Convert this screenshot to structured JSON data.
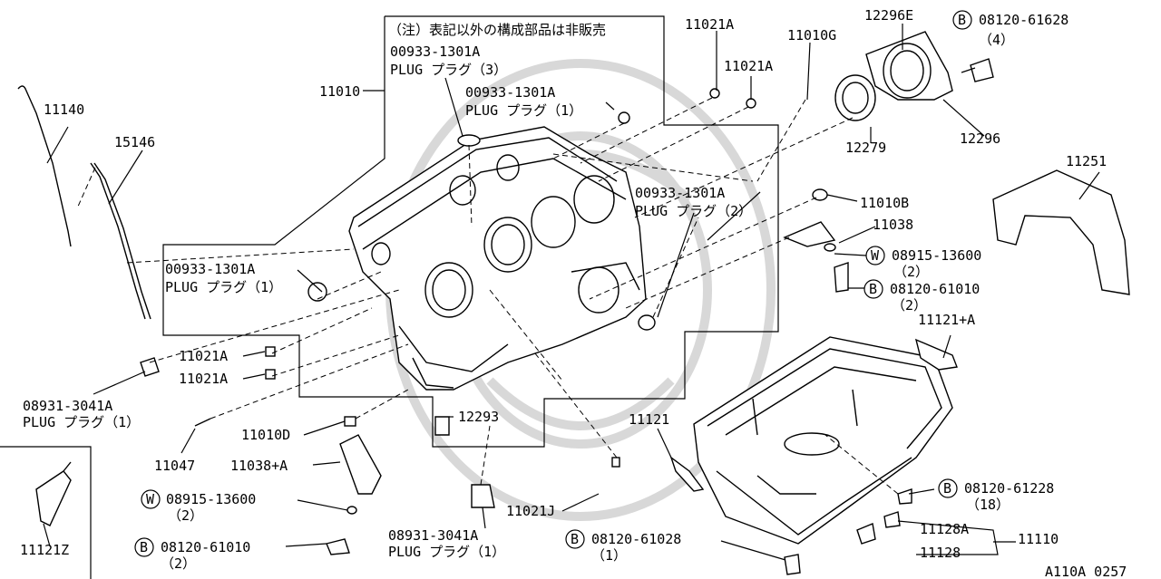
{
  "diagram": {
    "note_line": "（注）表記以外の構成部品は非販売",
    "drawing_id": "A110A 0257",
    "markers": {
      "bolt": "B",
      "washer": "W"
    },
    "labels": {
      "p11010": "11010",
      "p11010G": "11010G",
      "p11021A_a": "11021A",
      "p11021A_b": "11021A",
      "p12296E": "12296E",
      "b08120_61628": "08120-61628",
      "b08120_61628_qty": "（4）",
      "plug3_num": "00933-1301A",
      "plug3_name": "PLUG プラグ（3）",
      "plug1a_num": "00933-1301A",
      "plug1a_name": "PLUG プラグ（1）",
      "p11140": "11140",
      "p15146": "15146",
      "p12279": "12279",
      "p12296": "12296",
      "p11251": "11251",
      "plug2_num": "00933-1301A",
      "plug2_name": "PLUG プラグ（2）",
      "p11010B": "11010B",
      "p11038": "11038",
      "w08915_13600a": "08915-13600",
      "w08915_13600a_qty": "（2）",
      "b08120_61010a": "08120-61010",
      "b08120_61010a_qty": "（2）",
      "plug1b_num": "00933-1301A",
      "plug1b_name": "PLUG プラグ（1）",
      "p11121A": "11121+A",
      "p11021A_c": "11021A",
      "p11021A_d": "11021A",
      "p08931a_num": "08931-3041A",
      "p08931a_name": "PLUG プラグ（1）",
      "p12293": "12293",
      "p11010D": "11010D",
      "p11047": "11047",
      "p11038A": "11038+A",
      "p11121": "11121",
      "w08915_13600b": "08915-13600",
      "w08915_13600b_qty": "（2）",
      "p11021J": "11021J",
      "b08120_61228": "08120-61228",
      "b08120_61228_qty": "（18）",
      "p11128A": "11128A",
      "p11110": "11110",
      "p11128": "11128",
      "p11121Z": "11121Z",
      "b08120_61010b": "08120-61010",
      "b08120_61010b_qty": "（2）",
      "p08931b_num": "08931-3041A",
      "p08931b_name": "PLUG プラグ（1）",
      "b08120_61028": "08120-61028",
      "b08120_61028_qty": "（1）"
    }
  }
}
